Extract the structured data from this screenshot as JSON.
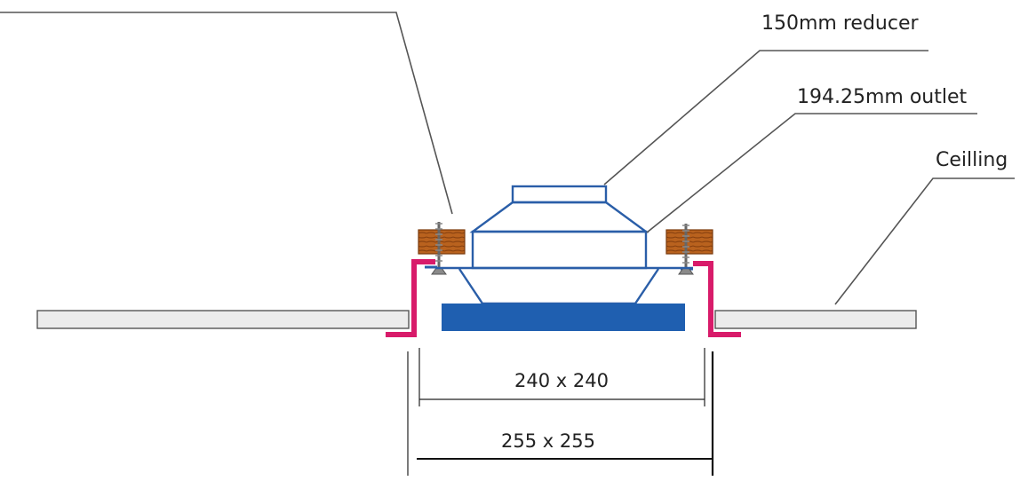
{
  "labels": {
    "reducer": "150mm reducer",
    "outlet": "194.25mm outlet",
    "ceiling": "Ceilling"
  },
  "dimensions": {
    "inner": "240 x 240",
    "outer": "255 x 255"
  },
  "colors": {
    "ceiling_fill": "#ececec",
    "ceiling_stroke": "#555555",
    "outlet_stroke": "#2a5ea8",
    "diffuser_plate": "#1f5fb0",
    "frame": "#d81b6a",
    "timber": "#b9621e",
    "screw": "#777777",
    "leader": "#555555"
  }
}
